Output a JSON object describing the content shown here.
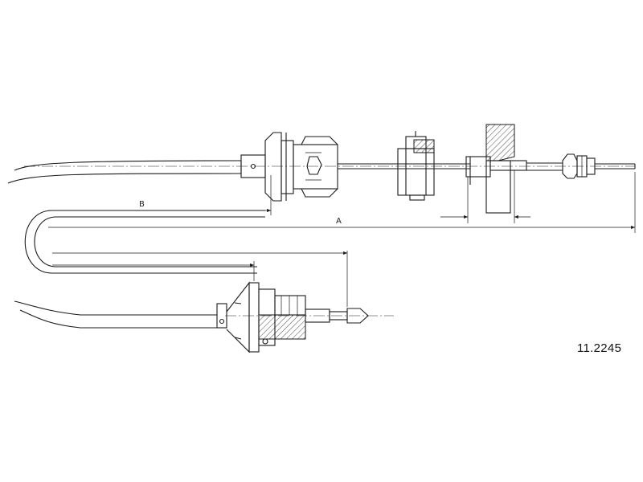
{
  "part_number": "11.2245",
  "dimensions": {
    "a_label": "A",
    "b_label": "B"
  }
}
